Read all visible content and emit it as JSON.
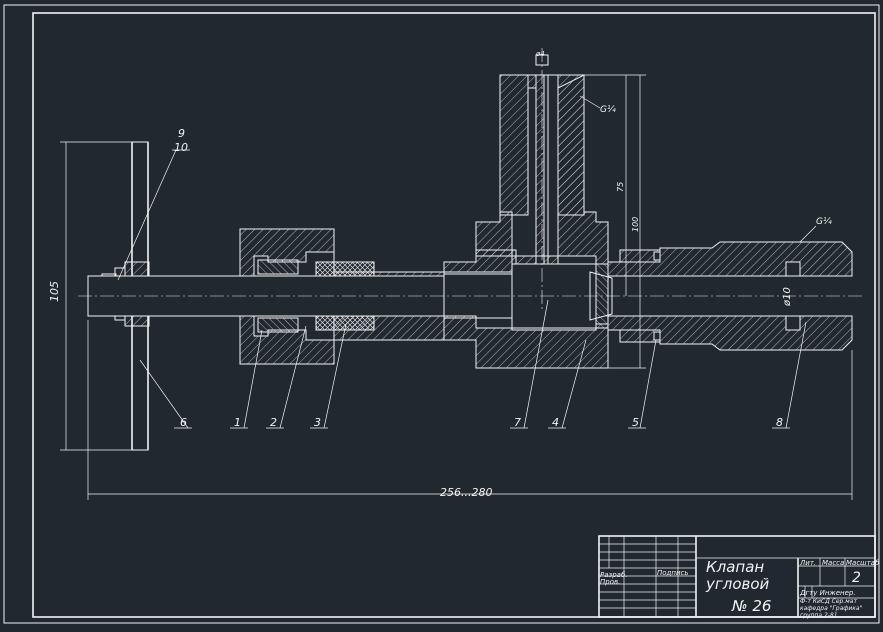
{
  "drawing": {
    "title_line1": "Клапан",
    "title_line2": "угловой",
    "number": "№ 26",
    "sheet": "2",
    "col_lit": "Лит.",
    "col_mass": "Масса",
    "col_scale": "Масштаб",
    "role_developed": "Разраб.",
    "role_checked": "Пров.",
    "signature_label": "Подпись",
    "dept_line1": "Дгту Инженер.",
    "dept_line2": "Ф-т КиСД Сер.мат",
    "dept_line3": "кафедра \"Графика\"",
    "dept_line4": "группа 2-81"
  },
  "callouts": [
    "1",
    "2",
    "3",
    "4",
    "5",
    "6",
    "7",
    "8",
    "9",
    "10"
  ],
  "dimensions": {
    "overall_length": "256...280",
    "handwheel_diameter": "105",
    "vertical_height": "100",
    "vertical_partial": "75",
    "outlet_bore": "ø10",
    "thread_top": "G¼",
    "thread_right": "G¼",
    "top_bore": "ø4"
  },
  "colors": {
    "background": "#212830",
    "line": "#f2f2f2"
  }
}
